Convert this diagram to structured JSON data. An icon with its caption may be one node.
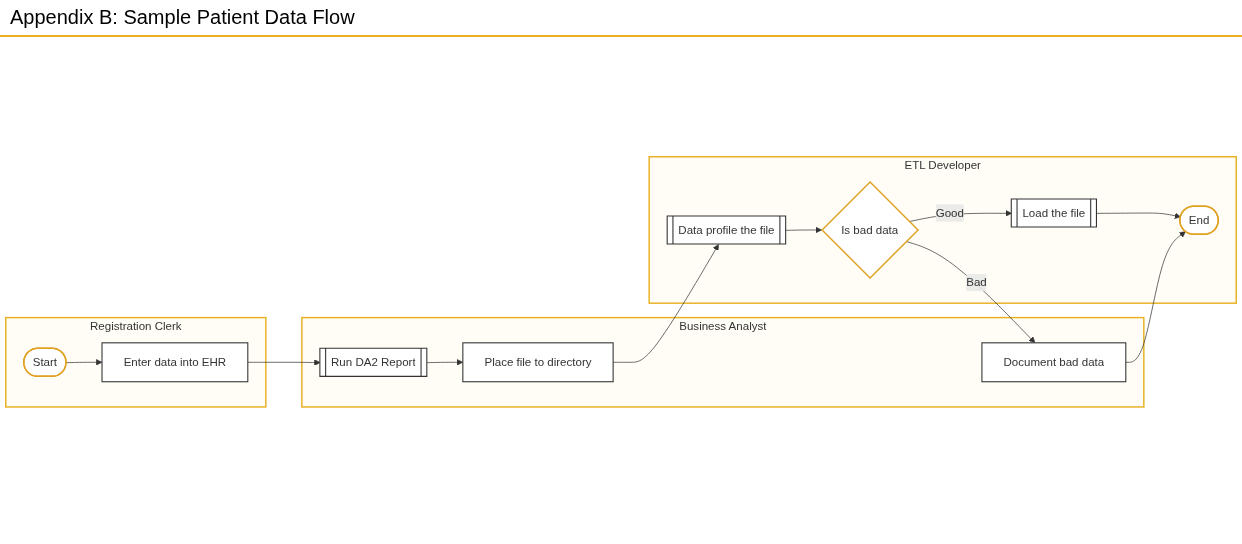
{
  "diagram": {
    "title": "Appendix B:  Sample Patient Data Flow",
    "nodes": [
      {
        "text": [
          "Registration Clerk"
        ]
      },
      {
        "text": [
          "Start"
        ],
        "in": 0
      },
      {
        "text": [
          "Enter data into EHR"
        ],
        "in": 0
      },
      {
        "text": [
          "Business Analyst"
        ]
      },
      {
        "text": [
          "Run DA2 Report"
        ],
        "in": 3
      },
      {
        "text": [
          "Place file to directory"
        ],
        "in": 3
      },
      {
        "text": [
          "Document bad data"
        ],
        "in": 3
      },
      {
        "text": [
          "ETL Developer"
        ]
      },
      {
        "text": [
          "Data profile the file"
        ],
        "in": 7
      },
      {
        "text": [
          "Is bad data"
        ],
        "in": 7
      },
      {
        "text": [
          "Load the file"
        ],
        "in": 7
      },
      {
        "text": [
          "End"
        ],
        "in": 7
      }
    ],
    "edges": [
      {
        "from": 1,
        "to": 2,
        "arrow": "to"
      },
      {
        "from": 2,
        "to": 4,
        "arrow": "to"
      },
      {
        "from": 4,
        "to": 5,
        "arrow": "to"
      },
      {
        "from": 5,
        "to": 8,
        "arrow": "to"
      },
      {
        "from": 8,
        "to": 9,
        "arrow": "to"
      },
      {
        "from": 9,
        "to": 6,
        "label": "Bad",
        "arrow": "to"
      },
      {
        "from": 9,
        "to": 10,
        "label": "Good",
        "arrow": "to"
      },
      {
        "from": 10,
        "to": 11,
        "arrow": "to"
      },
      {
        "from": 6,
        "to": 11,
        "arrow": "to"
      }
    ]
  }
}
